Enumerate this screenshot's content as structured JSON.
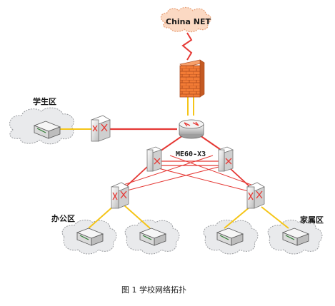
{
  "diagram": {
    "internet_label": "China NET",
    "core_router_label": "ME60-X3",
    "zones": {
      "students": "学生区",
      "office": "办公区",
      "family": "家属区"
    },
    "caption": "图 1  学校网络拓扑",
    "colors": {
      "cloud_fill": "#e9eaec",
      "cloud_stroke": "#9a9ca0",
      "internet_cloud": "#fbd9c3",
      "internet_stroke": "#e8a27a",
      "red_link": "#e53935",
      "yellow_link": "#f5c518",
      "firewall": "#f27b35",
      "device_body": "#f2f2f2"
    }
  }
}
